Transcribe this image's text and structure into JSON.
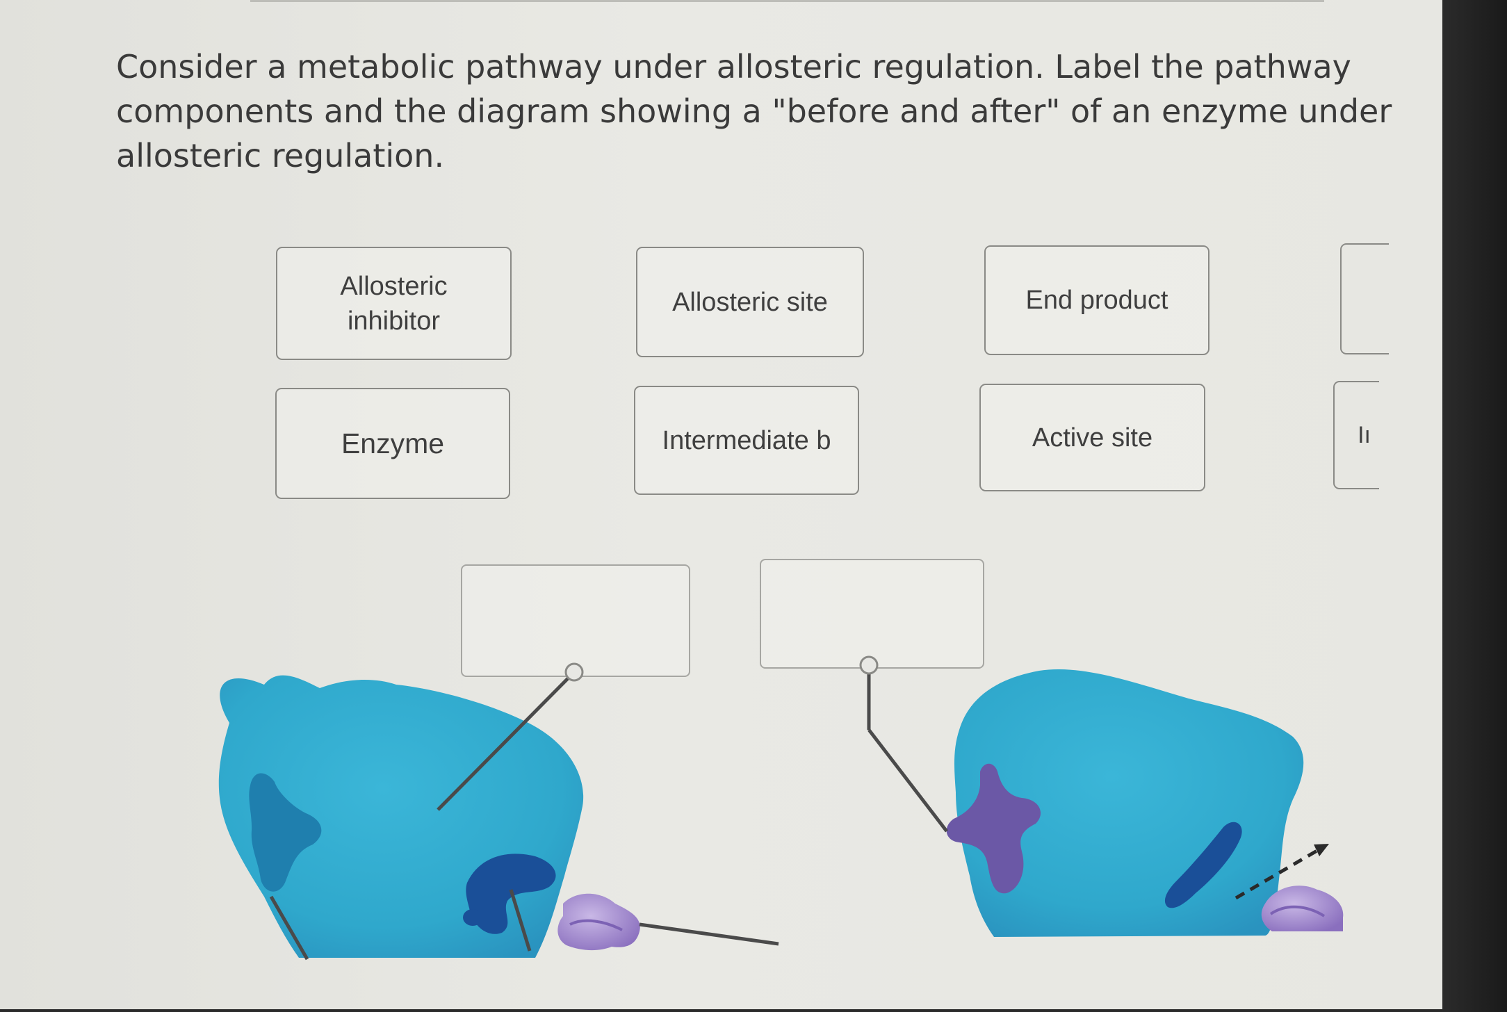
{
  "question": {
    "text": "Consider a metabolic pathway under allosteric regulation. Label the pathway components and the diagram showing a \"before and after\" of an enzyme under allosteric regulation."
  },
  "label_bank": [
    {
      "line1": "Allosteric",
      "line2": "inhibitor"
    },
    {
      "line1": "Allosteric site"
    },
    {
      "line1": "End product"
    },
    {
      "line1": "Enzyme"
    },
    {
      "line1": "Intermediate b"
    },
    {
      "line1": "Active site"
    }
  ],
  "partial_chip_text": "Iı",
  "colors": {
    "enzyme": "#2fa8cc",
    "enzyme_shadow": "#1f7fae",
    "site_dark": "#1a4f98",
    "inhibitor": "#6b58a6",
    "substrate": "#9a82c8",
    "leader_line": "#4a4a4a"
  }
}
